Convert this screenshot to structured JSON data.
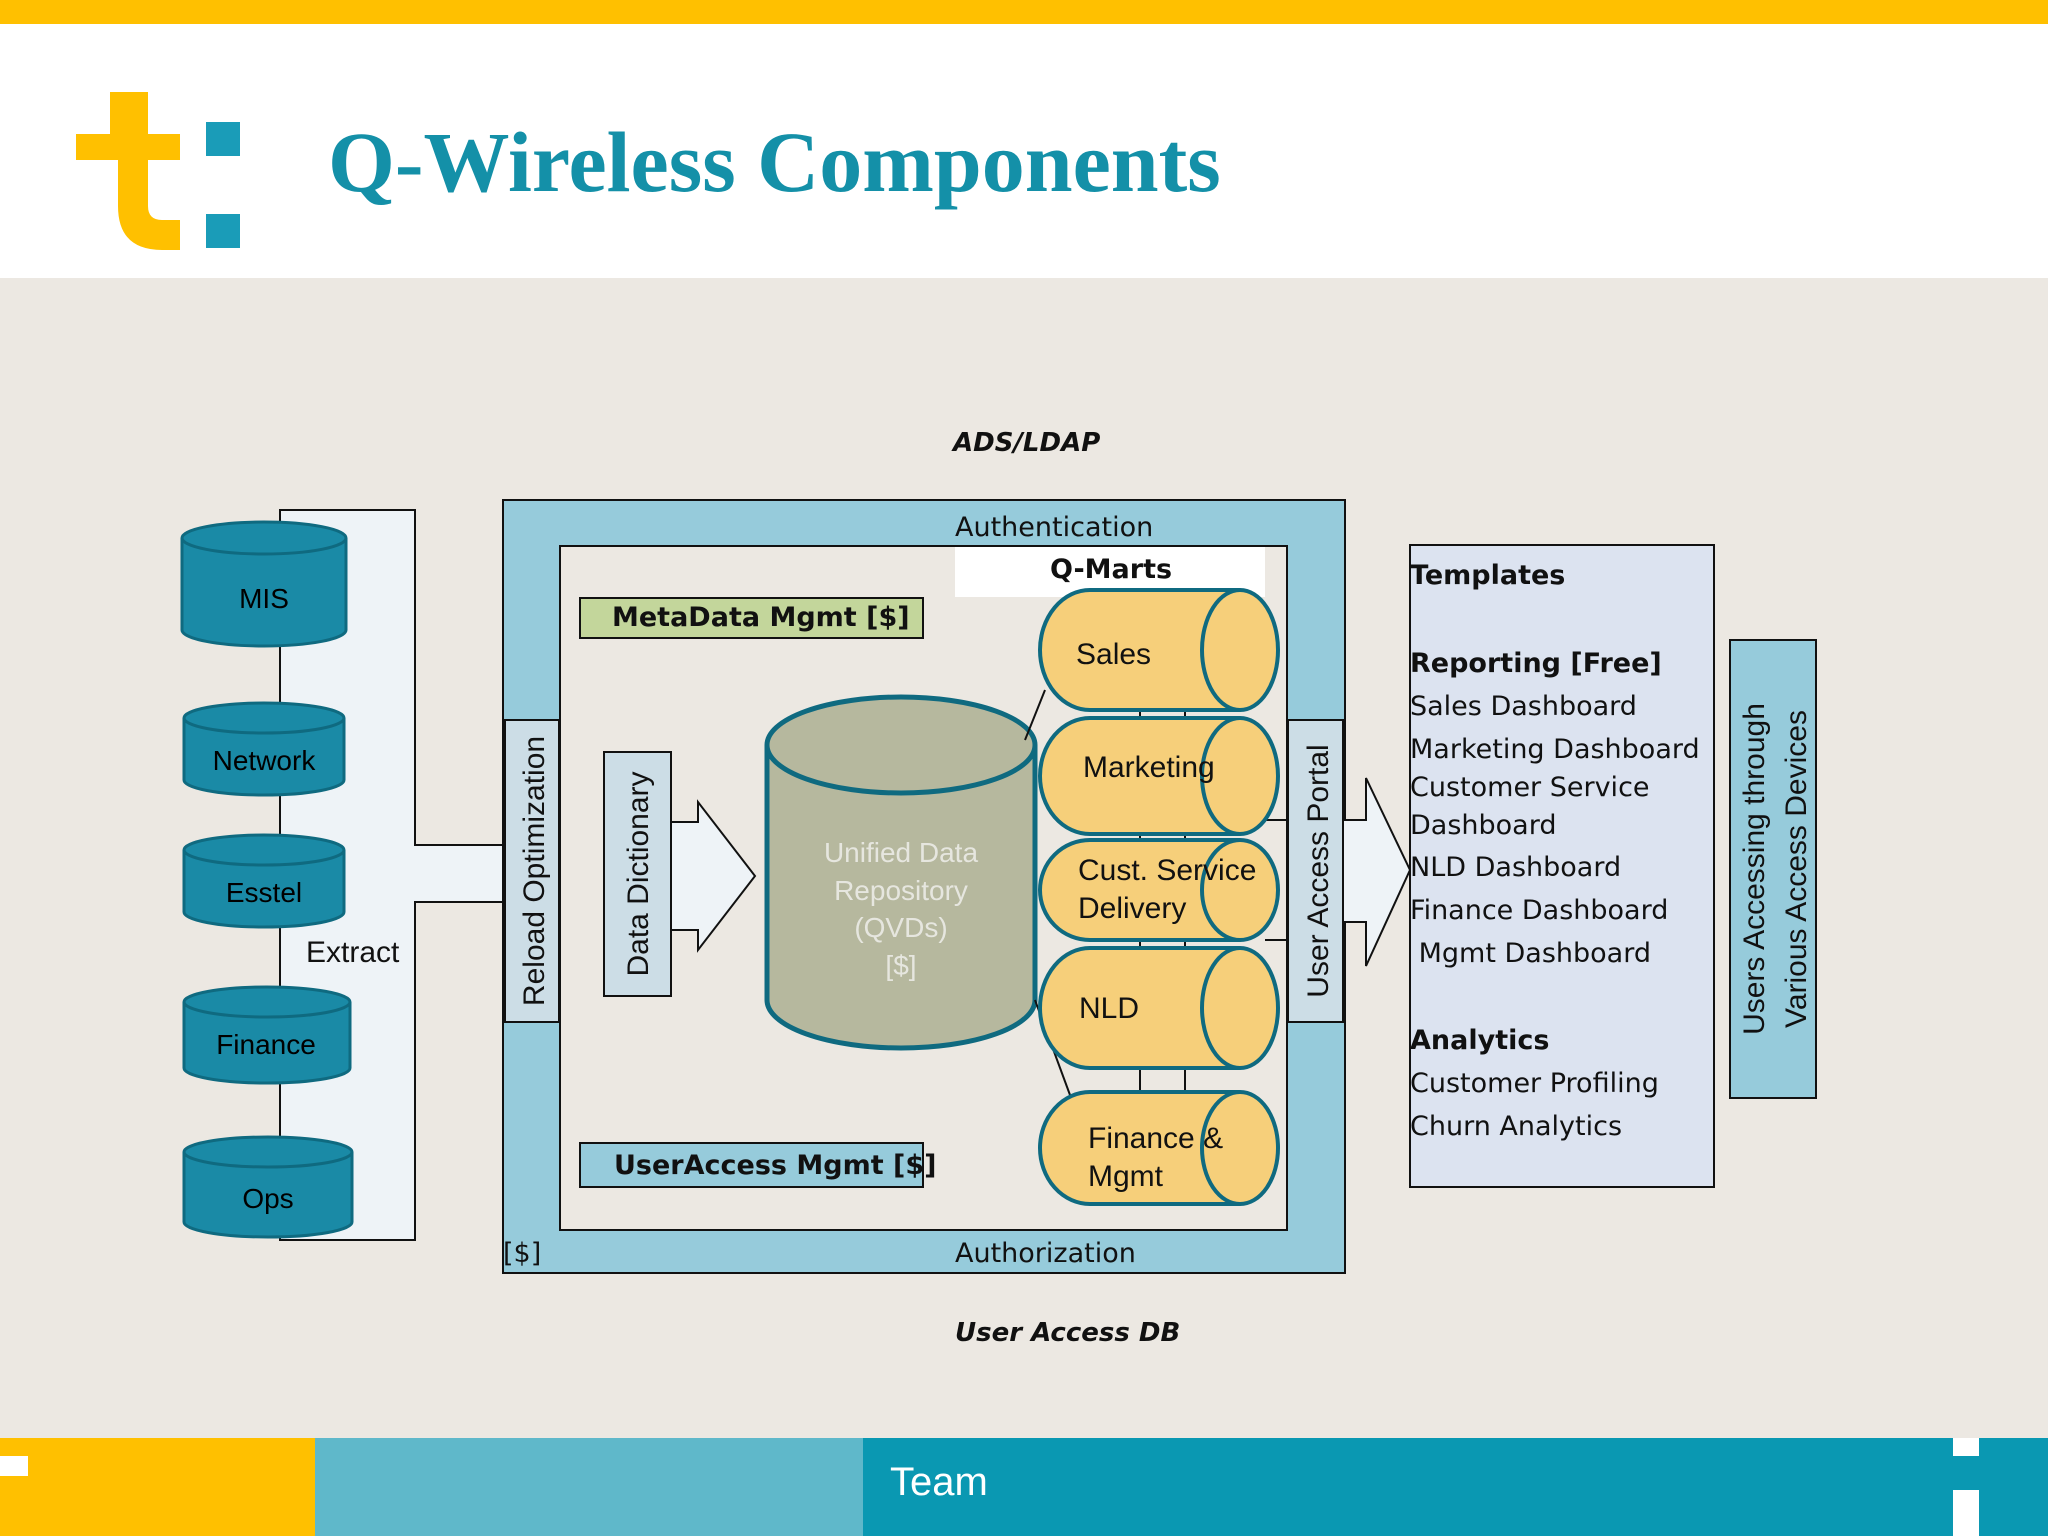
{
  "slide": {
    "title": "Q-Wireless Components",
    "footer_label": "Team",
    "brand_colors": {
      "yellow": "#ffc000",
      "teal": "#1490a8",
      "light_teal": "#5fb8ca",
      "pale_blue": "#96cbdb"
    }
  },
  "diagram": {
    "top_label": "ADS/LDAP",
    "bottom_label": "User Access DB",
    "authentication": "Authentication",
    "authorization": "Authorization",
    "cost_marker": "[$]",
    "extract": "Extract",
    "sources": [
      "MIS",
      "Network",
      "Esstel",
      "Finance",
      "Ops"
    ],
    "reload_optimization": "Reload Optimization",
    "data_dictionary": "Data Dictionary",
    "metadata_mgmt": "MetaData Mgmt [$]",
    "useraccess_mgmt": "UserAccess Mgmt [$]",
    "repository": [
      "Unified Data",
      "Repository",
      "(QVDs)",
      "[$]"
    ],
    "qmarts_title": "Q-Marts",
    "marts": {
      "sales": [
        "Sales"
      ],
      "marketing": [
        "Marketing"
      ],
      "csd": [
        "Cust. Service",
        "Delivery"
      ],
      "nld": [
        "NLD"
      ],
      "finance": [
        "Finance &",
        "Mgmt"
      ]
    },
    "user_access_portal": "User Access Portal",
    "users_line1": "Users Accessing through",
    "users_line2": "Various Access Devices"
  },
  "templates": {
    "heading": "Templates",
    "reporting_heading": "Reporting [Free]",
    "reporting_items": [
      "Sales Dashboard",
      "Marketing Dashboard",
      "Customer Service",
      "Dashboard",
      "NLD Dashboard",
      "Finance Dashboard",
      " Mgmt Dashboard"
    ],
    "analytics_heading": "Analytics",
    "analytics_items": [
      "Customer Profiling",
      "Churn Analytics"
    ]
  }
}
